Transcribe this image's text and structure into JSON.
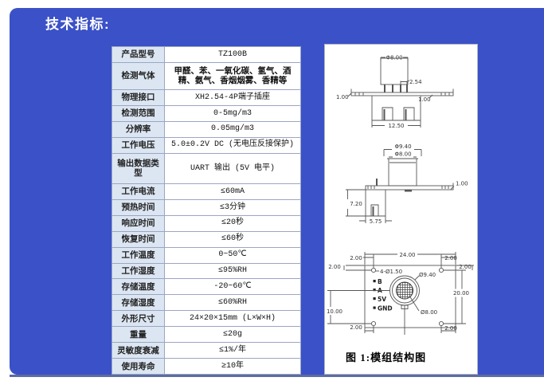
{
  "page": {
    "title": "技术指标:"
  },
  "colors": {
    "slide_blue": "#3b51c8",
    "slide_edge": "#5c6ca3",
    "table_label_bg": "#dce6f2",
    "table_border": "#9aa6c2"
  },
  "spec_table": {
    "rows": [
      {
        "label": "产品型号",
        "value": "TZ100B"
      },
      {
        "label": "检测气体",
        "value": "甲醛、苯、一氧化碳、氢气、酒精、氨气、香烟烟雾、香精等"
      },
      {
        "label": "物理接口",
        "value": "XH2.54-4P端子插座"
      },
      {
        "label": "检测范围",
        "value": "0-5mg/m3"
      },
      {
        "label": "分辨率",
        "value": "0.05mg/m3"
      },
      {
        "label": "工作电压",
        "value": "5.0±0.2V DC (无电压反接保护)"
      },
      {
        "label": "输出数据类型",
        "value": "UART 输出 (5V 电平)"
      },
      {
        "label": "工作电流",
        "value": "≤60mA"
      },
      {
        "label": "预热时间",
        "value": "≤3分钟"
      },
      {
        "label": "响应时间",
        "value": "≤20秒"
      },
      {
        "label": "恢复时间",
        "value": "≤60秒"
      },
      {
        "label": "工作温度",
        "value": "0~50℃"
      },
      {
        "label": "工作湿度",
        "value": "≤95%RH"
      },
      {
        "label": "存储温度",
        "value": "-20~60℃"
      },
      {
        "label": "存储湿度",
        "value": "≤60%RH"
      },
      {
        "label": "外形尺寸",
        "value": "24×20×15mm (L×W×H)"
      },
      {
        "label": "重量",
        "value": "≤20g"
      },
      {
        "label": "灵敏度衰减",
        "value": "≤1%/年"
      },
      {
        "label": "使用寿命",
        "value": "≥10年"
      }
    ]
  },
  "figure": {
    "caption": "图 1:模组结构图",
    "front_view": {
      "dia_top": "Φ8.00",
      "pin_pitch": "2.54",
      "edge_left": "1.00",
      "edge_right": "1.00",
      "body_width": "12.50"
    },
    "side_view": {
      "dia_outer": "Φ9.40",
      "dia_inner": "Φ8.00",
      "edge_right": "1.00",
      "body_height": "7.20",
      "body_width": "5.75"
    },
    "top_view": {
      "board_width": "24.00",
      "board_height": "20.00",
      "center_offset": "10.00",
      "corner_offset": "2.00",
      "hole_spec": "4-Ø1.50",
      "dia_outer": "Ø9.40",
      "dia_inner": "Ø8.00",
      "pins": [
        "B",
        "A",
        "5V",
        "GND"
      ]
    }
  }
}
